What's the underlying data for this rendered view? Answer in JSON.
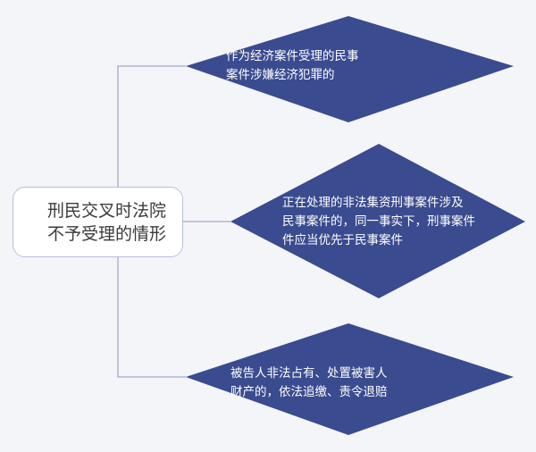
{
  "colors": {
    "background": "#f4f5f9",
    "diamond_fill": "#3a4b8f",
    "connector": "#a3a9c4",
    "root_border": "#b8bfd8",
    "root_text": "#3a3a3a",
    "diamond_text": "#ffffff"
  },
  "root": {
    "line1": "刑民交叉时法院",
    "line2": "不予受理的情形"
  },
  "branches": [
    {
      "lines": [
        "作为经济案件受理的民事",
        "案件涉嫌经济犯罪的"
      ]
    },
    {
      "lines": [
        "正在处理的非法集资刑事案件涉及",
        "民事案件的，同一事实下，刑事案件",
        "件应当优先于民事案件"
      ]
    },
    {
      "lines": [
        "被告人非法占有、处置被害人",
        "财产的，依法追缴、责令退赔"
      ]
    }
  ]
}
